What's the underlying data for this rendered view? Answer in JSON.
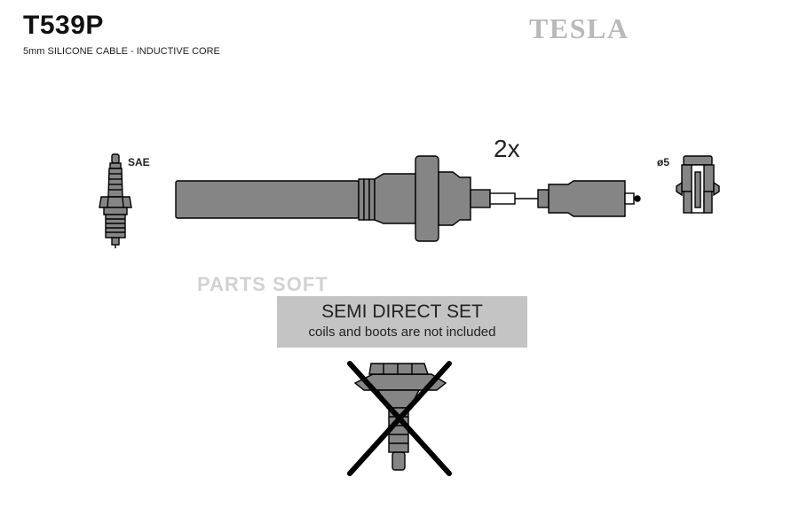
{
  "header": {
    "part_code": "T539P",
    "description": "5mm SILICONE CABLE - INDUCTIVE CORE",
    "brand": "TESLA"
  },
  "labels": {
    "plug_end": "SAE",
    "coil_end": "ø5",
    "quantity": "2x"
  },
  "watermark": "PARTS SOFT",
  "notice": {
    "title": "SEMI DIRECT SET",
    "note": "coils and boots are not included"
  },
  "colors": {
    "fill": "#858585",
    "stroke": "#000000",
    "banner": "#c4c4c4",
    "brand": "#b9b9b9"
  }
}
